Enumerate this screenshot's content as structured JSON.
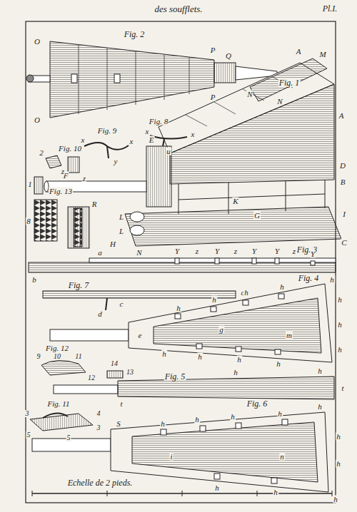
{
  "diagram": {
    "title": "des soufflets.",
    "labels": [
      "Pl.I.",
      "Fig. 2",
      "O",
      "O",
      "P",
      "P",
      "Q",
      "Fig. 1",
      "A",
      "M",
      "N",
      "N",
      "A",
      "E",
      "F",
      "D",
      "B",
      "K",
      "G",
      "I",
      "L",
      "L",
      "H",
      "C",
      "Fig. 9",
      "Fig. 8",
      "x",
      "x",
      "x",
      "x",
      "u",
      "y",
      "Fig. 10",
      "2",
      "z",
      "z",
      "1",
      "Fig. 13",
      "8",
      "R",
      "Fig. 3",
      "a",
      "N",
      "Y",
      "z",
      "Y",
      "z",
      "Y",
      "Y",
      "z",
      "Y",
      "b",
      "Fig. 7",
      "c",
      "c",
      "d",
      "Fig. 4",
      "h",
      "h",
      "h",
      "h",
      "h",
      "h",
      "h",
      "h",
      "h",
      "h",
      "h",
      "h",
      "h",
      "e",
      "g",
      "m",
      "Fig. 12",
      "9",
      "10",
      "11",
      "12",
      "14",
      "13",
      "Fig. 5",
      "h",
      "t",
      "t",
      "Fig. 11",
      "3",
      "4",
      "5",
      "5",
      "3",
      "Fig. 6",
      "h",
      "h",
      "h",
      "h",
      "h",
      "h",
      "h",
      "h",
      "h",
      "h",
      "S",
      "i",
      "n",
      "Echelle de 2 pieds."
    ]
  }
}
